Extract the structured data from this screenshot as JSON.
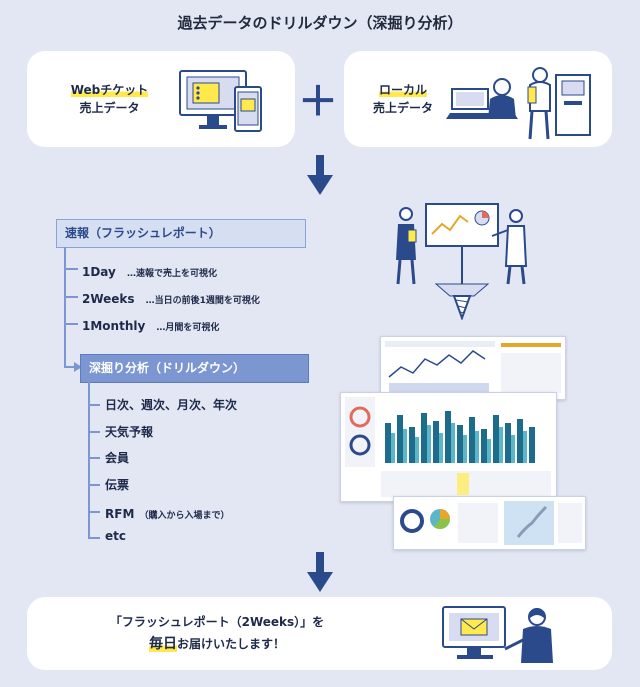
{
  "title": "過去データのドリルダウン（深掘り分析）",
  "web_ticket": {
    "line1": "Webチケット",
    "line2": "売上データ"
  },
  "local": {
    "line1": "ローカル",
    "line2": "売上データ"
  },
  "plus": "＋",
  "flash_box": "速報（フラッシュレポート）",
  "flash_items": [
    {
      "label": "1Day",
      "note": "…速報で売上を可視化"
    },
    {
      "label": "2Weeks",
      "note": "…当日の前後1週間を可視化"
    },
    {
      "label": "1Monthly",
      "note": "…月間を可視化"
    }
  ],
  "drill_box": "深掘り分析（ドリルダウン）",
  "drill_items": [
    "日次、週次、月次、年次",
    "天気予報",
    "会員",
    "伝票"
  ],
  "rfm": {
    "label": "RFM",
    "sub": "（購入から入場まで）"
  },
  "etc": "etc",
  "bottom": {
    "line1": "「フラッシュレポート（2Weeks）」を",
    "emph": "毎日",
    "line2_rest": "お届けいたします！"
  },
  "colors": {
    "accent": "#2b4a8c",
    "highlight": "#ffe94d",
    "background": "#e3e7f4"
  }
}
